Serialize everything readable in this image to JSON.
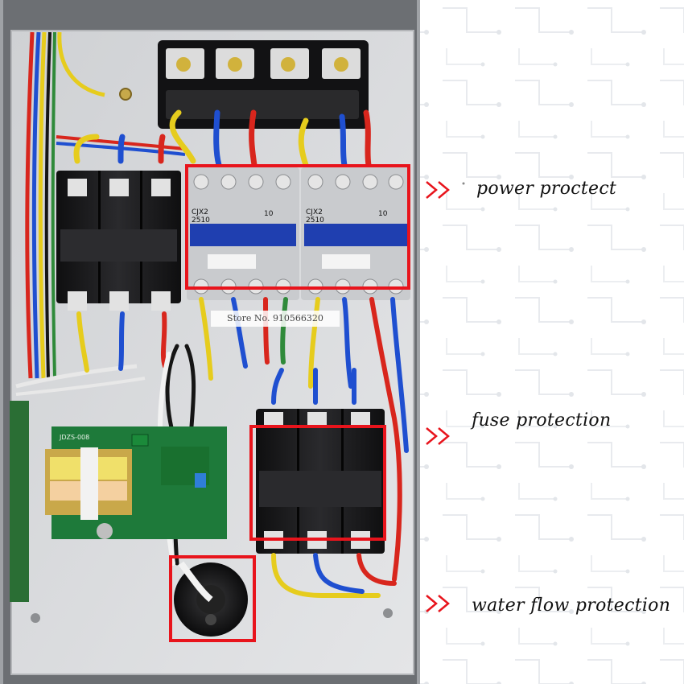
{
  "annotations": {
    "power": "power proctect",
    "fuse": "fuse protection",
    "water": "water flow protection"
  },
  "arrow_glyph": ">>",
  "watermark": "Store No. 910566320",
  "contactor_labels": {
    "left_model": "CJX2",
    "left_rating": "2510",
    "left_number": "10",
    "right_model": "CJX2",
    "right_rating": "2510",
    "right_number": "10"
  },
  "pcb_label": "JDZS-008",
  "colors": {
    "highlight": "#e8141c",
    "panel": "#d9dadc",
    "panel_inner": "#e6e7e9",
    "terminal_black": "#1b1b1d",
    "contactor_gray": "#c9cbce",
    "contactor_blue": "#1f3fb0",
    "wire_red": "#d8261d",
    "wire_blue": "#1f4fd0",
    "wire_yellow": "#e6cc1d",
    "wire_black": "#151515",
    "pcb_green": "#1e7a3a"
  }
}
